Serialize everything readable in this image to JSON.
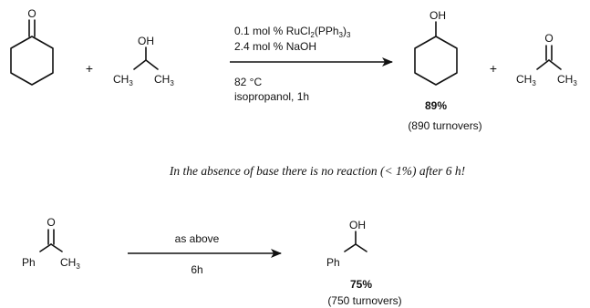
{
  "reaction1": {
    "reactant1": {
      "atom_o": "O"
    },
    "plus1": "+",
    "reactant2": {
      "atom_oh": "OH",
      "left_group": "CH3",
      "right_group": "CH3"
    },
    "conditions_above": [
      "0.1 mol % RuCl2(PPh3)3",
      "2.4 mol % NaOH"
    ],
    "conditions_below": [
      "82 °C",
      "isopropanol,  1h"
    ],
    "product1": {
      "atom_oh": "OH",
      "yield": "89%",
      "turnovers": "(890 turnovers)"
    },
    "plus2": "+",
    "product2": {
      "atom_o": "O",
      "left_group": "CH3",
      "right_group": "CH3"
    }
  },
  "note": "In the absence of base there is no reaction (< 1%) after 6 h!",
  "reaction2": {
    "reactant": {
      "atom_o": "O",
      "left_group": "Ph",
      "right_group": "CH3"
    },
    "conditions_above": "as above",
    "conditions_below": "6h",
    "product": {
      "atom_oh": "OH",
      "left_group": "Ph",
      "yield": "75%",
      "turnovers": "(750 turnovers)"
    }
  }
}
